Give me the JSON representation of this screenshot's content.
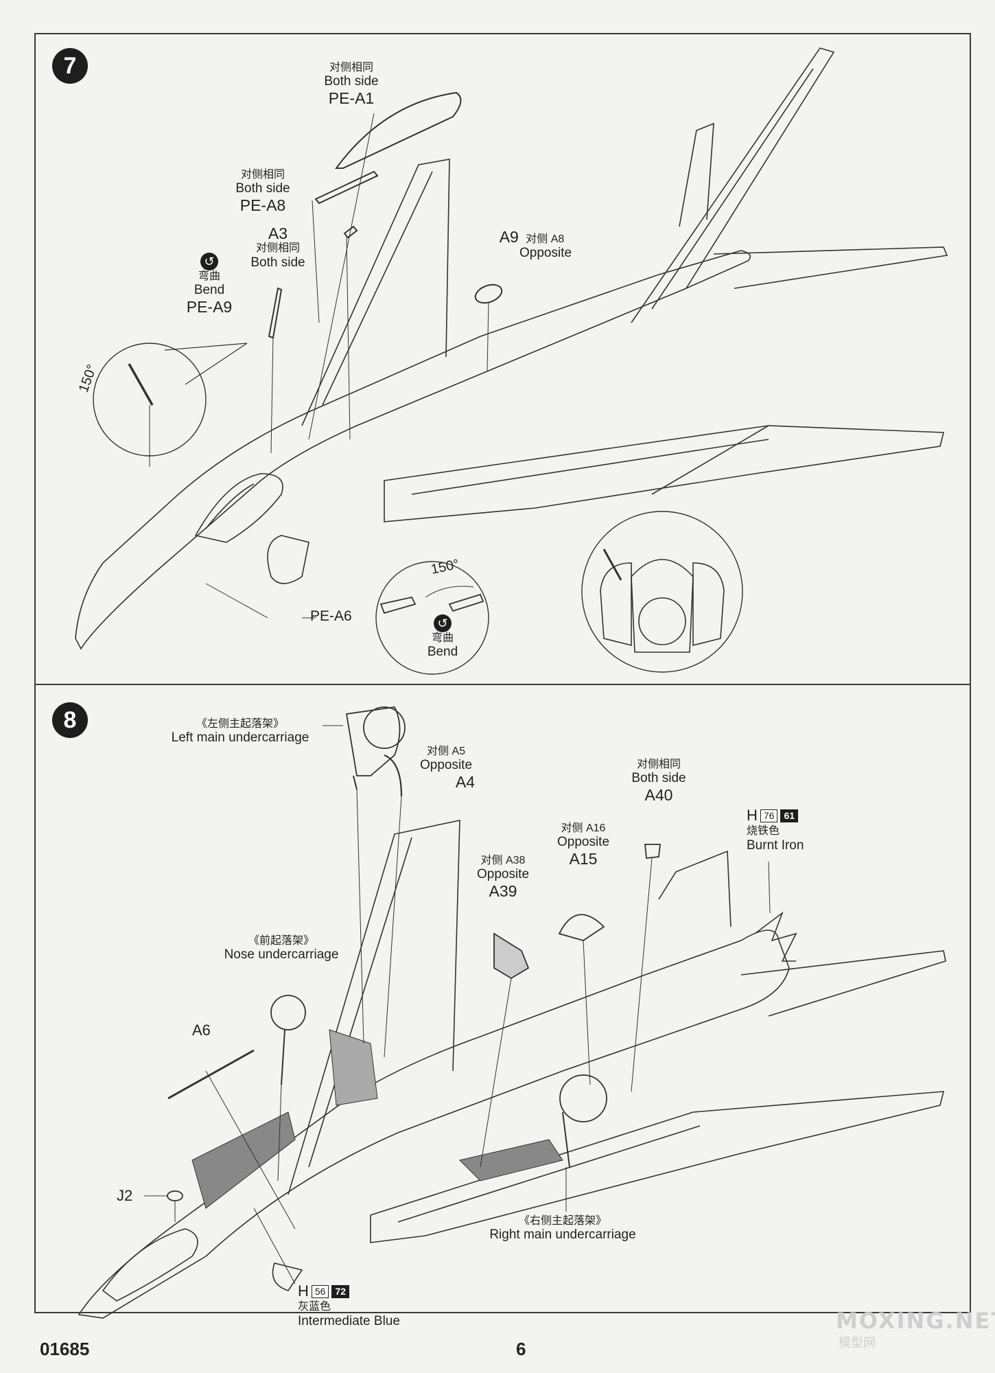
{
  "footer": {
    "product_code": "01685",
    "page_number": "6"
  },
  "watermark": {
    "text": "MOXING.NET",
    "sub": "模型网"
  },
  "step7": {
    "number": "7",
    "callouts": {
      "pe_a1": {
        "cn": "对侧相同",
        "en": "Both side",
        "part": "PE-A1"
      },
      "pe_a8": {
        "cn": "对侧相同",
        "en": "Both side",
        "part": "PE-A8"
      },
      "a3": {
        "part": "A3",
        "cn": "对侧相同",
        "en": "Both side"
      },
      "pe_a9": {
        "cn": "弯曲",
        "en": "Bend",
        "part": "PE-A9"
      },
      "a9": {
        "part": "A9",
        "cn": "对侧 A8",
        "en": "Opposite"
      },
      "pe_a6": {
        "part": "PE-A6"
      }
    },
    "angle_left": "150°",
    "angle_right": "150°",
    "bend_detail": {
      "cn": "弯曲",
      "en": "Bend"
    }
  },
  "step8": {
    "number": "8",
    "callouts": {
      "left_main": {
        "cn": "《左侧主起落架》",
        "en": "Left main undercarriage"
      },
      "a4": {
        "cn": "对侧 A5",
        "en": "Opposite",
        "part": "A4"
      },
      "a40": {
        "cn": "对侧相同",
        "en": "Both side",
        "part": "A40"
      },
      "a15": {
        "cn": "对侧 A16",
        "en": "Opposite",
        "part": "A15"
      },
      "a39": {
        "cn": "对侧 A38",
        "en": "Opposite",
        "part": "A39"
      },
      "nose": {
        "cn": "《前起落架》",
        "en": "Nose undercarriage"
      },
      "a6": {
        "part": "A6"
      },
      "j2": {
        "part": "J2"
      },
      "right_main": {
        "cn": "《右侧主起落架》",
        "en": "Right main undercarriage"
      }
    },
    "paint_burnt_iron": {
      "letter": "H",
      "code1": "76",
      "code2": "61",
      "cn": "烧铁色",
      "en": "Burnt Iron"
    },
    "paint_intermediate_blue": {
      "letter": "H",
      "code1": "56",
      "code2": "72",
      "cn": "灰蓝色",
      "en": "Intermediate Blue"
    }
  },
  "colors": {
    "line": "#3a3a3a",
    "paper": "#f3f3f2",
    "badge": "#1e1e1e"
  }
}
